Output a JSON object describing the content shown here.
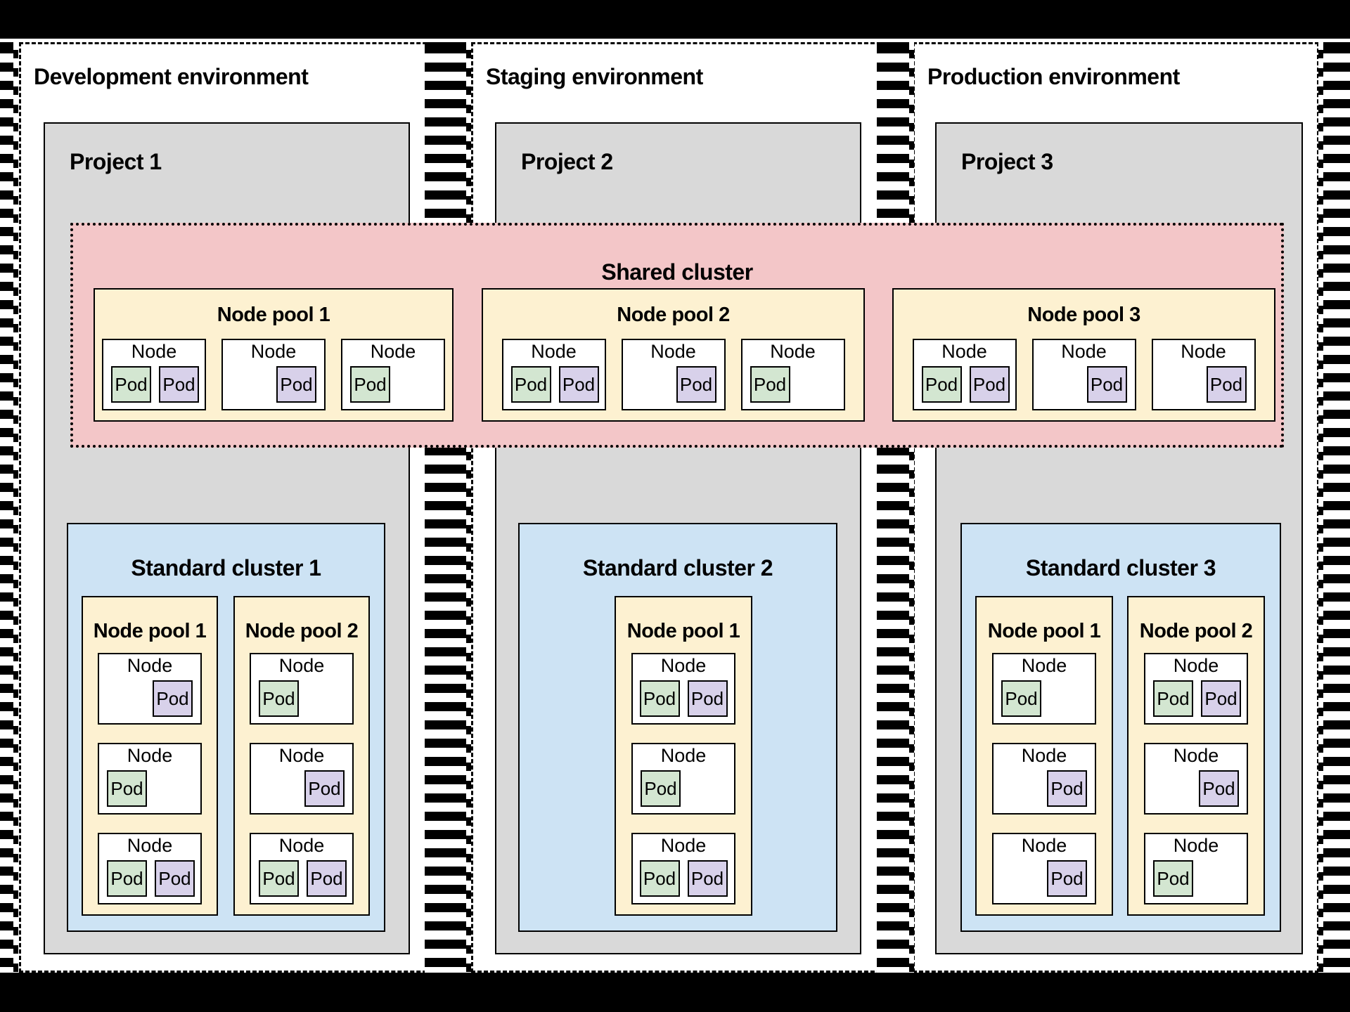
{
  "diagram": {
    "environments": [
      {
        "title": "Development environment",
        "project": {
          "title": "Project 1"
        },
        "standard_cluster": {
          "title": "Standard cluster 1",
          "node_pools": [
            {
              "title": "Node pool 1",
              "nodes": [
                {
                  "label": "Node",
                  "align": "right",
                  "pods": [
                    {
                      "label": "Pod",
                      "color": "purple"
                    }
                  ]
                },
                {
                  "label": "Node",
                  "align": "left",
                  "pods": [
                    {
                      "label": "Pod",
                      "color": "green"
                    }
                  ]
                },
                {
                  "label": "Node",
                  "align": "left",
                  "pods": [
                    {
                      "label": "Pod",
                      "color": "green"
                    },
                    {
                      "label": "Pod",
                      "color": "purple"
                    }
                  ]
                }
              ]
            },
            {
              "title": "Node pool 2",
              "nodes": [
                {
                  "label": "Node",
                  "align": "left",
                  "pods": [
                    {
                      "label": "Pod",
                      "color": "green"
                    }
                  ]
                },
                {
                  "label": "Node",
                  "align": "right",
                  "pods": [
                    {
                      "label": "Pod",
                      "color": "purple"
                    }
                  ]
                },
                {
                  "label": "Node",
                  "align": "left",
                  "pods": [
                    {
                      "label": "Pod",
                      "color": "green"
                    },
                    {
                      "label": "Pod",
                      "color": "purple"
                    }
                  ]
                }
              ]
            }
          ]
        }
      },
      {
        "title": "Staging environment",
        "project": {
          "title": "Project 2"
        },
        "standard_cluster": {
          "title": "Standard cluster 2",
          "node_pools": [
            {
              "title": "Node pool 1",
              "nodes": [
                {
                  "label": "Node",
                  "align": "center",
                  "pods": [
                    {
                      "label": "Pod",
                      "color": "green"
                    },
                    {
                      "label": "Pod",
                      "color": "purple"
                    }
                  ]
                },
                {
                  "label": "Node",
                  "align": "left",
                  "pods": [
                    {
                      "label": "Pod",
                      "color": "green"
                    }
                  ]
                },
                {
                  "label": "Node",
                  "align": "center",
                  "pods": [
                    {
                      "label": "Pod",
                      "color": "green"
                    },
                    {
                      "label": "Pod",
                      "color": "purple"
                    }
                  ]
                }
              ]
            }
          ]
        }
      },
      {
        "title": "Production environment",
        "project": {
          "title": "Project 3"
        },
        "standard_cluster": {
          "title": "Standard cluster 3",
          "node_pools": [
            {
              "title": "Node pool 1",
              "nodes": [
                {
                  "label": "Node",
                  "align": "left",
                  "pods": [
                    {
                      "label": "Pod",
                      "color": "green"
                    }
                  ]
                },
                {
                  "label": "Node",
                  "align": "right",
                  "pods": [
                    {
                      "label": "Pod",
                      "color": "purple"
                    }
                  ]
                },
                {
                  "label": "Node",
                  "align": "right",
                  "pods": [
                    {
                      "label": "Pod",
                      "color": "purple"
                    }
                  ]
                }
              ]
            },
            {
              "title": "Node pool 2",
              "nodes": [
                {
                  "label": "Node",
                  "align": "left",
                  "pods": [
                    {
                      "label": "Pod",
                      "color": "green"
                    },
                    {
                      "label": "Pod",
                      "color": "purple"
                    }
                  ]
                },
                {
                  "label": "Node",
                  "align": "right",
                  "pods": [
                    {
                      "label": "Pod",
                      "color": "purple"
                    }
                  ]
                },
                {
                  "label": "Node",
                  "align": "left",
                  "pods": [
                    {
                      "label": "Pod",
                      "color": "green"
                    }
                  ]
                }
              ]
            }
          ]
        }
      }
    ],
    "shared_cluster": {
      "title": "Shared cluster",
      "node_pools": [
        {
          "title": "Node pool 1",
          "nodes": [
            {
              "label": "Node",
              "align": "left",
              "pods": [
                {
                  "label": "Pod",
                  "color": "green"
                },
                {
                  "label": "Pod",
                  "color": "purple"
                }
              ]
            },
            {
              "label": "Node",
              "align": "right",
              "pods": [
                {
                  "label": "Pod",
                  "color": "purple"
                }
              ]
            },
            {
              "label": "Node",
              "align": "left",
              "pods": [
                {
                  "label": "Pod",
                  "color": "green"
                }
              ]
            }
          ]
        },
        {
          "title": "Node pool 2",
          "nodes": [
            {
              "label": "Node",
              "align": "left",
              "pods": [
                {
                  "label": "Pod",
                  "color": "green"
                },
                {
                  "label": "Pod",
                  "color": "purple"
                }
              ]
            },
            {
              "label": "Node",
              "align": "right",
              "pods": [
                {
                  "label": "Pod",
                  "color": "purple"
                }
              ]
            },
            {
              "label": "Node",
              "align": "left",
              "pods": [
                {
                  "label": "Pod",
                  "color": "green"
                }
              ]
            }
          ]
        },
        {
          "title": "Node pool 3",
          "nodes": [
            {
              "label": "Node",
              "align": "left",
              "pods": [
                {
                  "label": "Pod",
                  "color": "green"
                },
                {
                  "label": "Pod",
                  "color": "purple"
                }
              ]
            },
            {
              "label": "Node",
              "align": "right",
              "pods": [
                {
                  "label": "Pod",
                  "color": "purple"
                }
              ]
            },
            {
              "label": "Node",
              "align": "right",
              "pods": [
                {
                  "label": "Pod",
                  "color": "purple"
                }
              ]
            }
          ]
        }
      ]
    },
    "colors": {
      "project_gray": "#d9d9d9",
      "shared_cluster_pink": "#f3c6c8",
      "node_pool_yellow": "#fdf1d1",
      "standard_cluster_blue": "#cde3f4",
      "pod_green": "#d3e6d1",
      "pod_purple": "#d8d1ea",
      "frame_black": "#000000"
    }
  }
}
